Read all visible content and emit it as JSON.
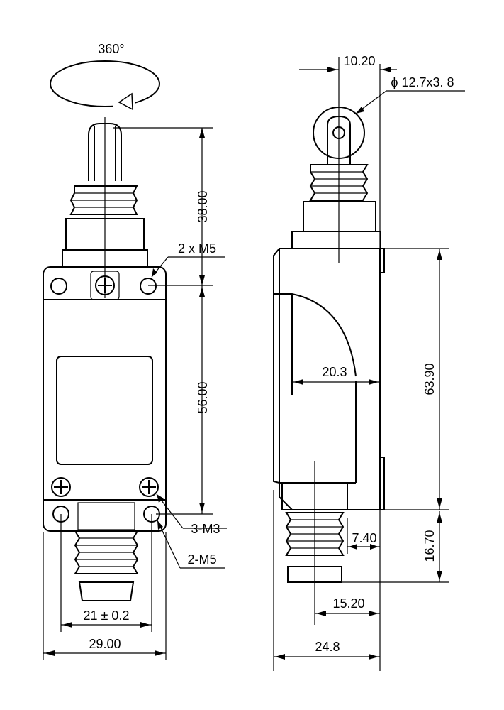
{
  "front_view": {
    "rotation_label": "360°",
    "dim_height_top": "38.00",
    "dim_height_body": "56.00",
    "callout_top_mount": "2 x M5",
    "callout_screw": "3-M3",
    "callout_bottom_mount": "2-M5",
    "dim_hole_spacing": "21 ± 0.2",
    "dim_width": "29.00"
  },
  "side_view": {
    "dim_roller_offset": "10.20",
    "callout_roller": "ϕ 12.7x3. 8",
    "dim_actuator_depth": "20.3",
    "dim_body_height": "63.90",
    "dim_plunger_offset": "7.40",
    "dim_plunger_height": "16.70",
    "dim_plunger_center": "15.20",
    "dim_depth": "24.8"
  }
}
